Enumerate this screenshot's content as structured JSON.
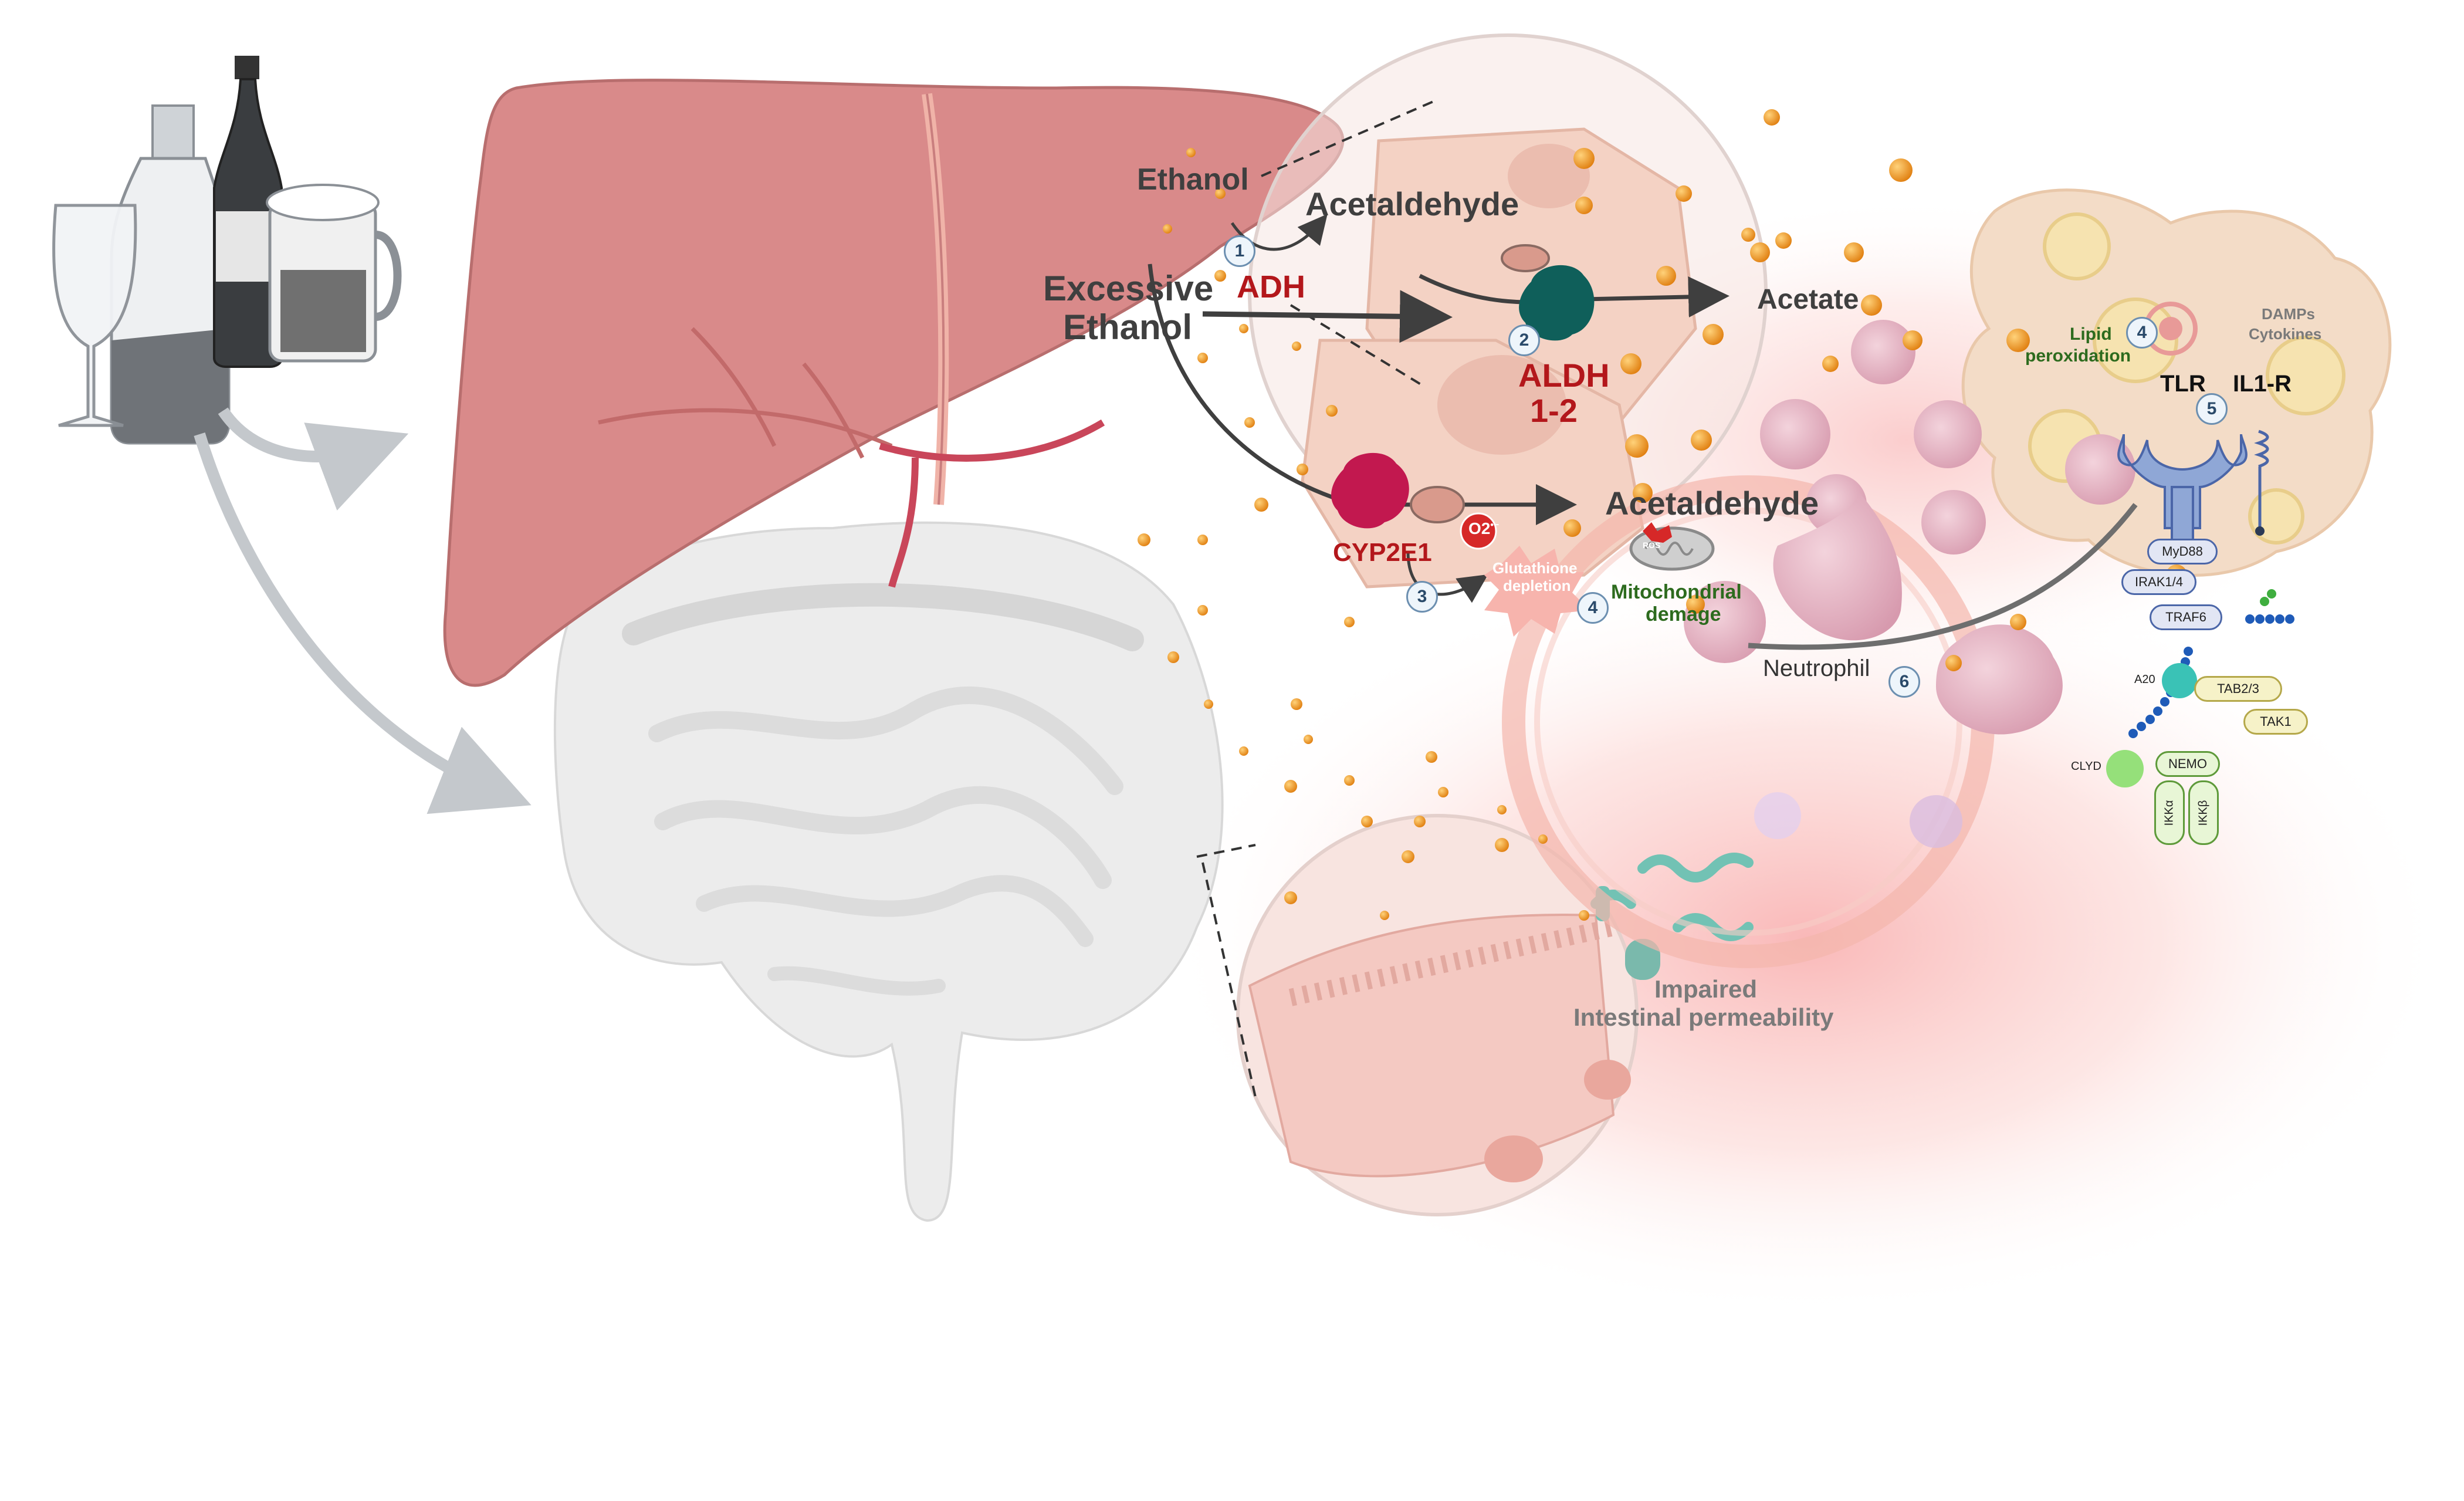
{
  "labels": {
    "ethanol": "Ethanol",
    "acetaldehyde_top": "Acetaldehyde",
    "excessive_ethanol_line1": "Excessive",
    "excessive_ethanol_line2": "Ethanol",
    "adh": "ADH",
    "aldh_line1": "ALDH",
    "aldh_line2": "1-2",
    "acetate": "Acetate",
    "cyp2e1": "CYP2E1",
    "o2": "O2",
    "o2_charge": "•−",
    "acetaldehyde_mid": "Acetaldehyde",
    "glutathione_line1": "Glutathione",
    "glutathione_line2": "depletion",
    "ros": "ROS",
    "mito_line1": "Mitochondrial",
    "mito_line2": "demage",
    "neutrophil": "Neutrophil",
    "impaired_line1": "Impaired",
    "impaired_line2": "Intestinal permeability",
    "lipid_line1": "Lipid",
    "lipid_line2": "peroxidation",
    "damps_line1": "DAMPs",
    "damps_line2": "Cytokines",
    "tlr": "TLR",
    "il1r": "IL1-R",
    "myd88": "MyD88",
    "irak": "IRAK1/4",
    "traf6": "TRAF6",
    "a20": "A20",
    "tab23": "TAB2/3",
    "tak1": "TAK1",
    "clyd": "CLYD",
    "nemo": "NEMO",
    "ikka": "IKKα",
    "ikkb": "IKKβ"
  },
  "steps": [
    "1",
    "2",
    "3",
    "4",
    "4",
    "5",
    "6"
  ],
  "icons": [
    "liquor-glasses-icon",
    "liver-icon",
    "intestine-icon",
    "hepatocyte-icon",
    "aldh-enzyme-icon",
    "cyp2e1-enzyme-icon",
    "mitochondrion-icon",
    "neutrophil-icon",
    "bacteria-icon",
    "blood-vessel-icon",
    "tlr-receptor-icon",
    "il1r-receptor-icon",
    "ubiquitin-chain-icon"
  ],
  "colors": {
    "enzyme_red": "#b3171b",
    "ethanol_dot": "#e8901a",
    "liver": "#d98a8a",
    "aldh_teal": "#0f5f5a",
    "text_dark": "#3f3f3f",
    "green_text": "#2d6b1e"
  }
}
